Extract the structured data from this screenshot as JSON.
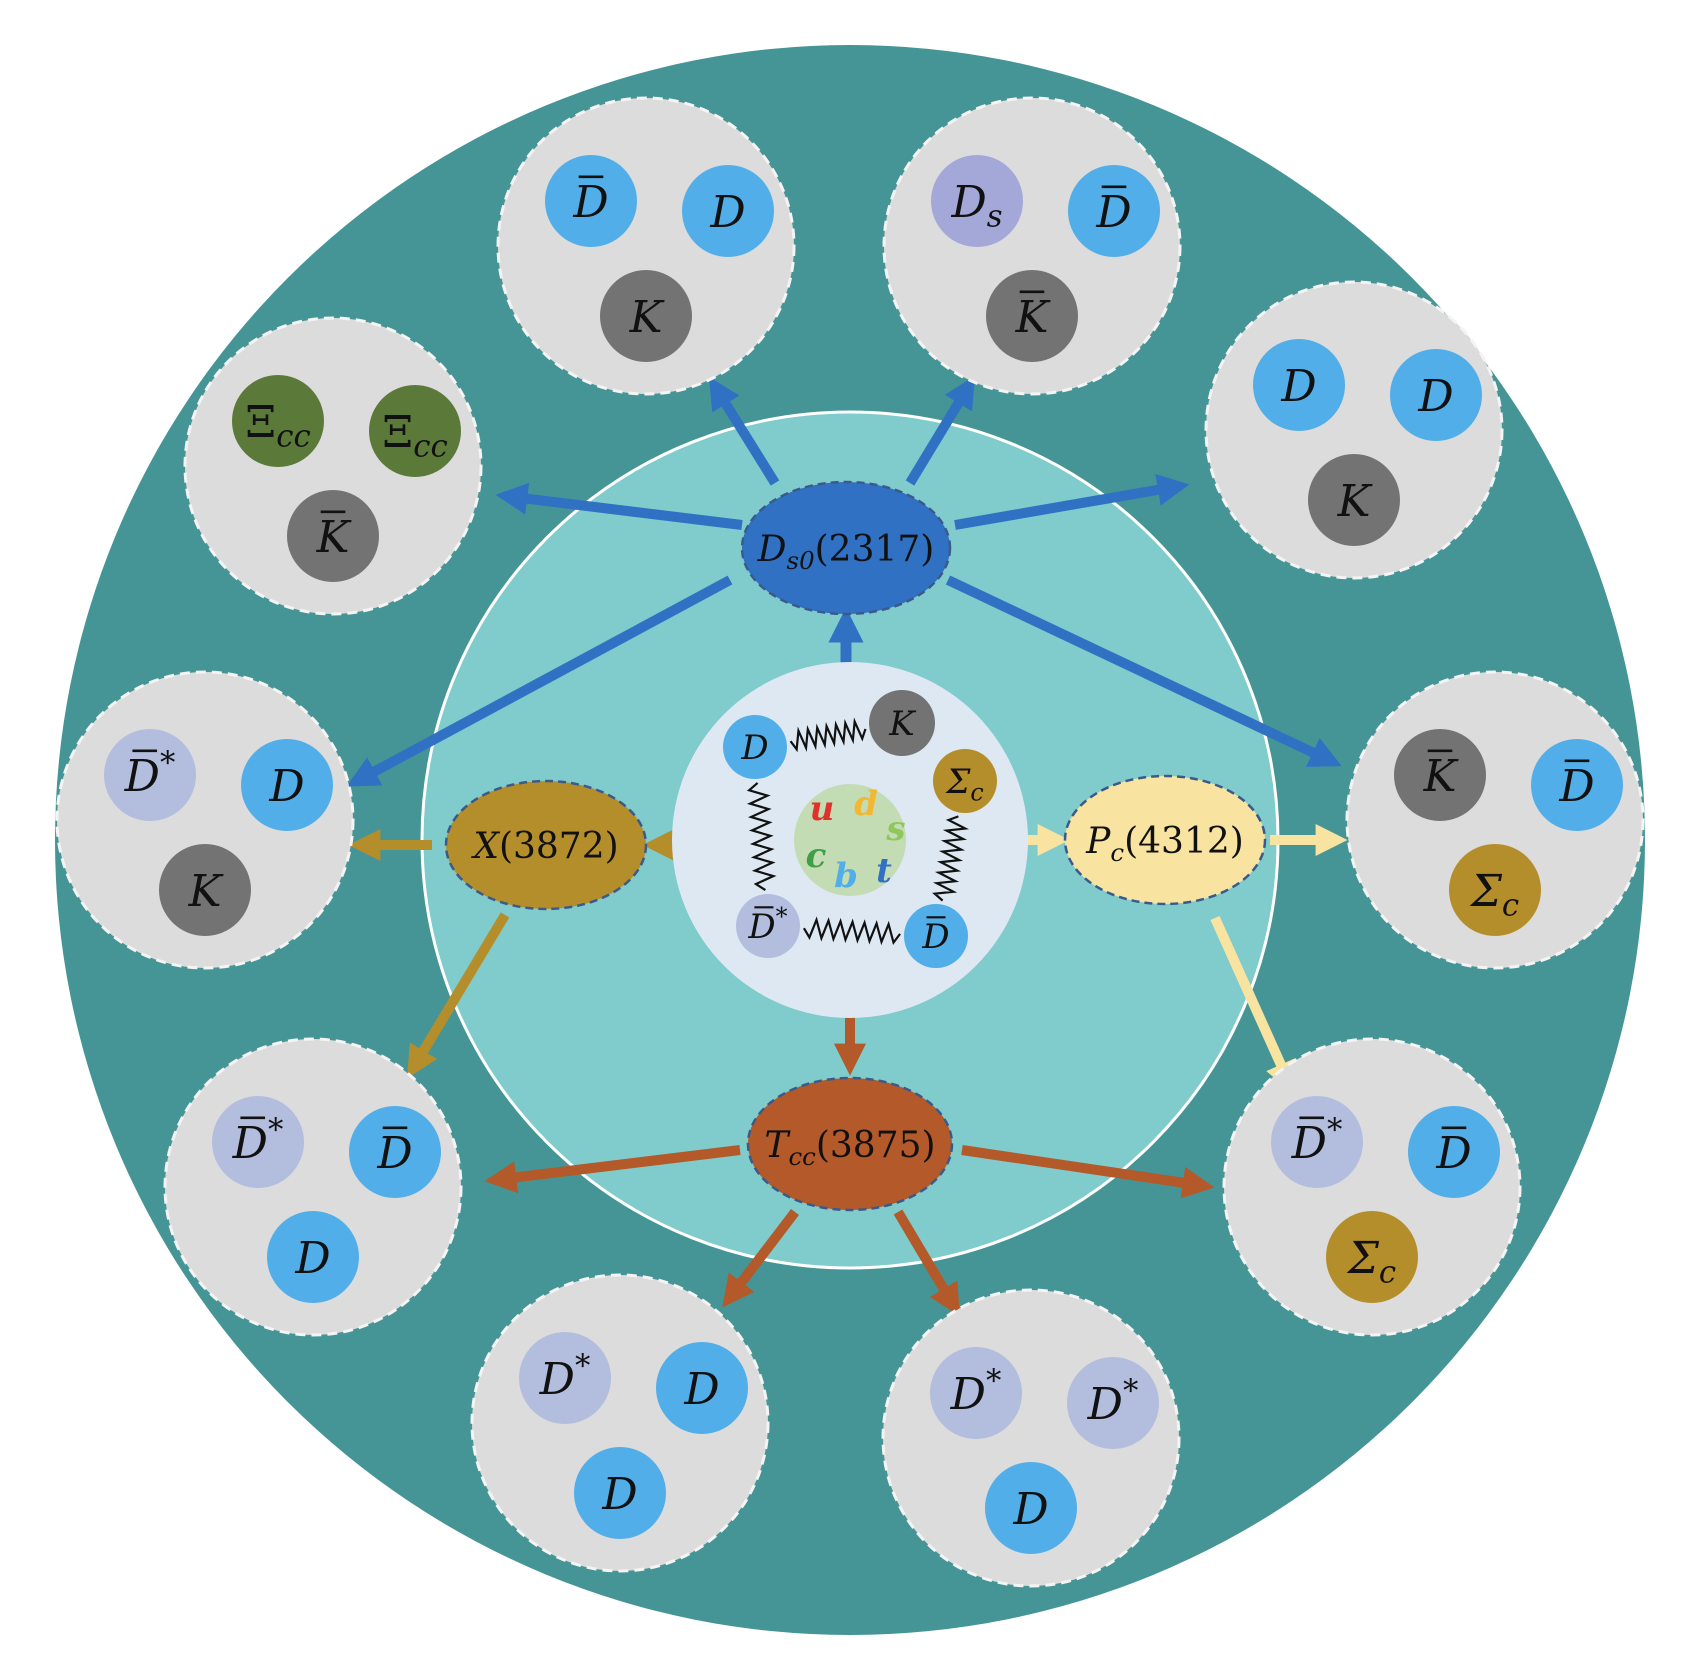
{
  "colors": {
    "outer_ring": "#459596",
    "middle_ring": "#80cbcb",
    "core": "#dde8f2",
    "cluster_bg": "#dcdcdc",
    "D": "#52aee8",
    "Dstar": "#b3bedf",
    "Ds": "#a4a8d8",
    "K": "#737373",
    "Sigma_c": "#b58e2c",
    "Xi_cc": "#5b7a3a",
    "arrow_Ds0": "#3071c4",
    "arrow_X": "#b58e2c",
    "arrow_Pc": "#f8e4a0",
    "arrow_Tcc": "#b3592a",
    "quark_u": "#e0322b",
    "quark_d": "#f2b733",
    "quark_s": "#8fc85a",
    "quark_c": "#3f9f47",
    "quark_b": "#52aee8",
    "quark_t": "#3071c4"
  },
  "core": {
    "quarks": [
      "u",
      "d",
      "s",
      "c",
      "b",
      "t"
    ],
    "particles": [
      {
        "base": "D",
        "bar": false,
        "sub": "",
        "sup": "",
        "kind": "D"
      },
      {
        "base": "K",
        "bar": false,
        "sub": "",
        "sup": "",
        "kind": "K"
      },
      {
        "base": "Σ",
        "bar": false,
        "sub": "c",
        "sup": "",
        "kind": "Sigma_c"
      },
      {
        "base": "D",
        "bar": true,
        "sub": "",
        "sup": "",
        "kind": "D"
      },
      {
        "base": "D",
        "bar": true,
        "sub": "",
        "sup": "*",
        "kind": "Dstar"
      }
    ]
  },
  "states": [
    {
      "id": "Ds0",
      "name": "D",
      "sub": "s0",
      "mass": "(2317)",
      "color_key": "arrow_Ds0"
    },
    {
      "id": "X",
      "name": "X",
      "sub": "",
      "mass": "(3872)",
      "color_key": "arrow_X"
    },
    {
      "id": "Pc",
      "name": "P",
      "sub": "c",
      "mass": "(4312)",
      "color_key": "arrow_Pc"
    },
    {
      "id": "Tcc",
      "name": "T",
      "sub": "cc",
      "mass": "(3875)",
      "color_key": "arrow_Tcc"
    }
  ],
  "clusters": [
    {
      "from": "Ds0",
      "particles": [
        {
          "base": "D",
          "bar": true,
          "sub": "",
          "sup": "",
          "kind": "D"
        },
        {
          "base": "D",
          "bar": false,
          "sub": "",
          "sup": "",
          "kind": "D"
        },
        {
          "base": "K",
          "bar": false,
          "sub": "",
          "sup": "",
          "kind": "K"
        }
      ]
    },
    {
      "from": "Ds0",
      "particles": [
        {
          "base": "D",
          "bar": false,
          "sub": "s",
          "sup": "",
          "kind": "Ds"
        },
        {
          "base": "D",
          "bar": true,
          "sub": "",
          "sup": "",
          "kind": "D"
        },
        {
          "base": "K",
          "bar": true,
          "sub": "",
          "sup": "",
          "kind": "K"
        }
      ]
    },
    {
      "from": "Ds0",
      "particles": [
        {
          "base": "Ξ",
          "bar": false,
          "sub": "cc",
          "sup": "",
          "kind": "Xi_cc"
        },
        {
          "base": "Ξ",
          "bar": false,
          "sub": "cc",
          "sup": "",
          "kind": "Xi_cc"
        },
        {
          "base": "K",
          "bar": true,
          "sub": "",
          "sup": "",
          "kind": "K"
        }
      ]
    },
    {
      "from": "Ds0",
      "particles": [
        {
          "base": "D",
          "bar": false,
          "sub": "",
          "sup": "",
          "kind": "D"
        },
        {
          "base": "D",
          "bar": false,
          "sub": "",
          "sup": "",
          "kind": "D"
        },
        {
          "base": "K",
          "bar": false,
          "sub": "",
          "sup": "",
          "kind": "K"
        }
      ]
    },
    {
      "from": "Ds0",
      "particles": [
        {
          "base": "D",
          "bar": true,
          "sub": "",
          "sup": "*",
          "kind": "Dstar"
        },
        {
          "base": "D",
          "bar": false,
          "sub": "",
          "sup": "",
          "kind": "D"
        },
        {
          "base": "K",
          "bar": false,
          "sub": "",
          "sup": "",
          "kind": "K"
        }
      ]
    },
    {
      "from": "Ds0",
      "particles": [
        {
          "base": "K",
          "bar": true,
          "sub": "",
          "sup": "",
          "kind": "K"
        },
        {
          "base": "D",
          "bar": true,
          "sub": "",
          "sup": "",
          "kind": "D"
        },
        {
          "base": "Σ",
          "bar": false,
          "sub": "c",
          "sup": "",
          "kind": "Sigma_c"
        }
      ]
    },
    {
      "from": "X",
      "particles": [
        {
          "base": "D",
          "bar": true,
          "sub": "",
          "sup": "*",
          "kind": "Dstar"
        },
        {
          "base": "D",
          "bar": true,
          "sub": "",
          "sup": "",
          "kind": "D"
        },
        {
          "base": "D",
          "bar": false,
          "sub": "",
          "sup": "",
          "kind": "D"
        }
      ]
    },
    {
      "from": "Pc",
      "particles": [
        {
          "base": "D",
          "bar": true,
          "sub": "",
          "sup": "*",
          "kind": "Dstar"
        },
        {
          "base": "D",
          "bar": true,
          "sub": "",
          "sup": "",
          "kind": "D"
        },
        {
          "base": "Σ",
          "bar": false,
          "sub": "c",
          "sup": "",
          "kind": "Sigma_c"
        }
      ]
    },
    {
      "from": "Tcc",
      "particles": [
        {
          "base": "D",
          "bar": false,
          "sub": "",
          "sup": "*",
          "kind": "Dstar"
        },
        {
          "base": "D",
          "bar": false,
          "sub": "",
          "sup": "",
          "kind": "D"
        },
        {
          "base": "D",
          "bar": false,
          "sub": "",
          "sup": "",
          "kind": "D"
        }
      ]
    },
    {
      "from": "Tcc",
      "particles": [
        {
          "base": "D",
          "bar": false,
          "sub": "",
          "sup": "*",
          "kind": "Dstar"
        },
        {
          "base": "D",
          "bar": false,
          "sub": "",
          "sup": "*",
          "kind": "Dstar"
        },
        {
          "base": "D",
          "bar": false,
          "sub": "",
          "sup": "",
          "kind": "D"
        }
      ]
    }
  ]
}
